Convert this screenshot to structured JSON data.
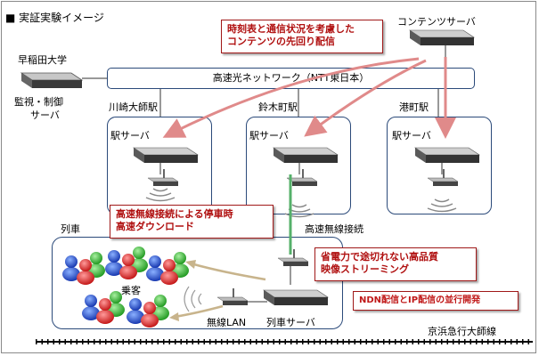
{
  "title": "■ 実証実験イメージ",
  "labels": {
    "university": "早稲田大学",
    "control_server": [
      "監視・制御",
      "サーバ"
    ],
    "contents_server": "コンテンツサーバ",
    "network": "高速光ネットワーク（NTT東日本）",
    "stations": [
      "川崎大師駅",
      "鈴木町駅",
      "港町駅"
    ],
    "station_server": "駅サーバ",
    "wireless_link": "高速無線接続",
    "train": "列車",
    "passengers": "乗客",
    "wireless_lan": "無線LAN",
    "train_server": "列車サーバ",
    "railway_line": "京浜急行大師線"
  },
  "callouts": {
    "prefetch": [
      "時刻表と通信状況を考慮した",
      "コンテンツの先回り配信"
    ],
    "download": [
      "高速無線接続による停車時",
      "高速ダウンロード"
    ],
    "streaming": [
      "省電力で途切れない高品質",
      "映像ストリーミング"
    ],
    "ndn": "NDN配信とIP配信の並行開発"
  },
  "colors": {
    "accent_red": "#b01010",
    "arrow_pink": "#e08a8a",
    "wireless_green": "#55b06a",
    "box_border": "#2b4a7a",
    "lan_wave": "#c8b48c"
  }
}
